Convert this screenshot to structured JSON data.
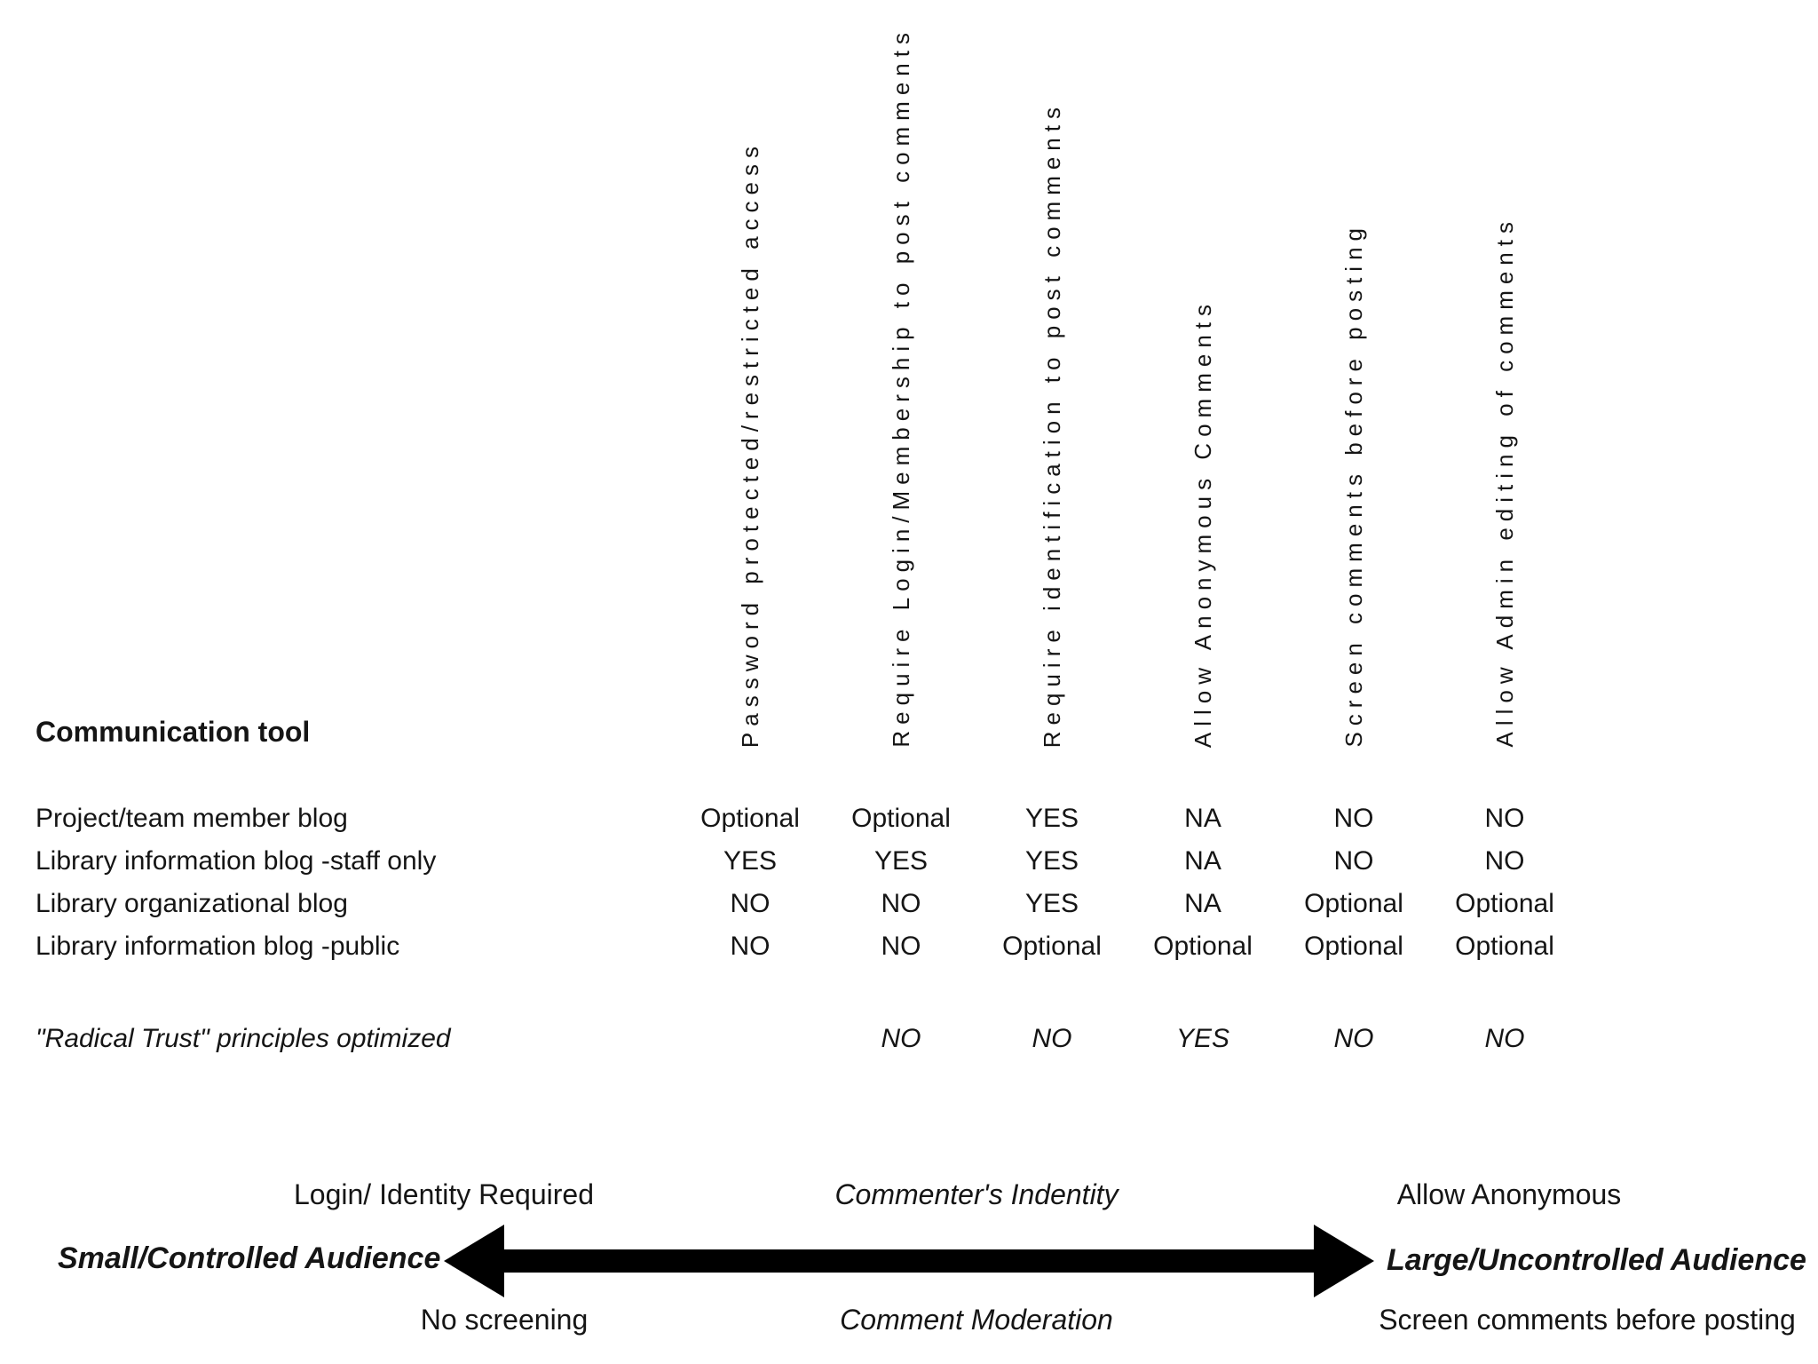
{
  "table": {
    "corner_label": "Communication tool",
    "columns": [
      "Password protected/restricted access",
      "Require Login/Membership to post comments",
      "Require identification to post comments",
      "Allow Anonymous Comments",
      "Screen comments before posting",
      "Allow Admin editing of comments"
    ],
    "rows": [
      {
        "label": "Project/team member blog",
        "values": [
          "Optional",
          "Optional",
          "YES",
          "NA",
          "NO",
          "NO"
        ]
      },
      {
        "label": "Library information blog -staff only",
        "values": [
          "YES",
          "YES",
          "YES",
          "NA",
          "NO",
          "NO"
        ]
      },
      {
        "label": "Library organizational blog",
        "values": [
          "NO",
          "NO",
          "YES",
          "NA",
          "Optional",
          "Optional"
        ]
      },
      {
        "label": "Library information blog -public",
        "values": [
          "NO",
          "NO",
          "Optional",
          "Optional",
          "Optional",
          "Optional"
        ]
      }
    ],
    "summary_row": {
      "label": "\"Radical Trust\" principles optimized",
      "values": [
        "",
        "NO",
        "NO",
        "YES",
        "NO",
        "NO"
      ]
    }
  },
  "spectrum": {
    "top_labels": [
      "Login/ Identity Required",
      "Commenter's Indentity",
      "Allow Anonymous"
    ],
    "left_label": "Small/Controlled Audience",
    "right_label": "Large/Uncontrolled Audience",
    "bottom_labels": [
      "No screening",
      "Comment Moderation",
      "Screen comments before posting"
    ],
    "arrow_color": "#000000"
  }
}
